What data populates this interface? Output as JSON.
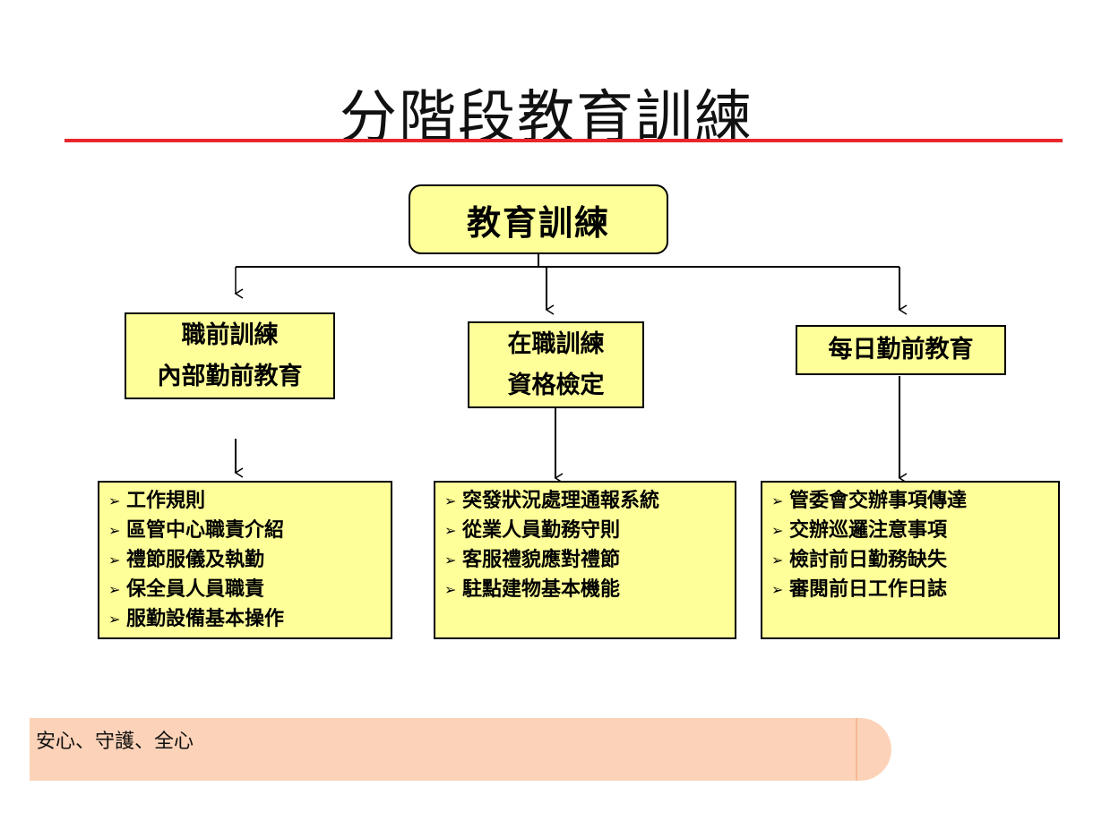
{
  "title": "分階段教育訓練",
  "root": "教育訓練",
  "branches": [
    {
      "lines": [
        "職前訓練",
        "內部勤前教育"
      ],
      "items": [
        "工作規則",
        "區管中心職責介紹",
        "禮節服儀及執勤",
        "保全員人員職責",
        "服勤設備基本操作"
      ]
    },
    {
      "lines": [
        "在職訓練",
        "資格檢定"
      ],
      "items": [
        "突發狀況處理通報系統",
        "從業人員勤務守則",
        "客服禮貌應對禮節",
        "駐點建物基本機能"
      ]
    },
    {
      "lines": [
        "每日勤前教育"
      ],
      "items": [
        "管委會交辦事項傳達",
        "交辦巡邏注意事項",
        "檢討前日勤務缺失",
        "審閱前日工作日誌"
      ]
    }
  ],
  "footer": "安心、守護、全心",
  "colors": {
    "accent_rule": "#e8262b",
    "box_fill": "#ffff99",
    "footer_band": "#fcd3b8"
  },
  "icons": {
    "bullet": "arrowhead-bullet-icon",
    "connector": "down-arrow-icon"
  }
}
